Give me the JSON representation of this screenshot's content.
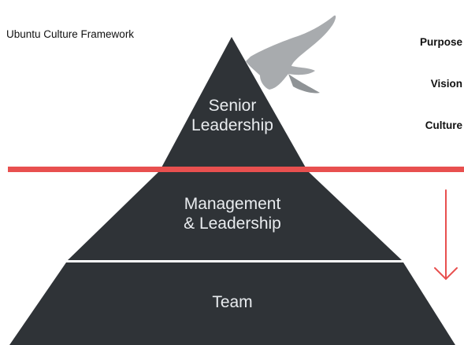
{
  "title": "Ubuntu Culture Framework",
  "side_labels": [
    "Purpose",
    "Vision",
    "Culture"
  ],
  "tiers": [
    {
      "line1": "Senior",
      "line2": "Leadership"
    },
    {
      "line1": "Management",
      "line2": "& Leadership"
    },
    {
      "line1": "Team",
      "line2": ""
    }
  ],
  "colors": {
    "pyramid": "#2f3337",
    "divider": "#e8504f",
    "arrow": "#e8504f",
    "bird": "#a8abae"
  }
}
